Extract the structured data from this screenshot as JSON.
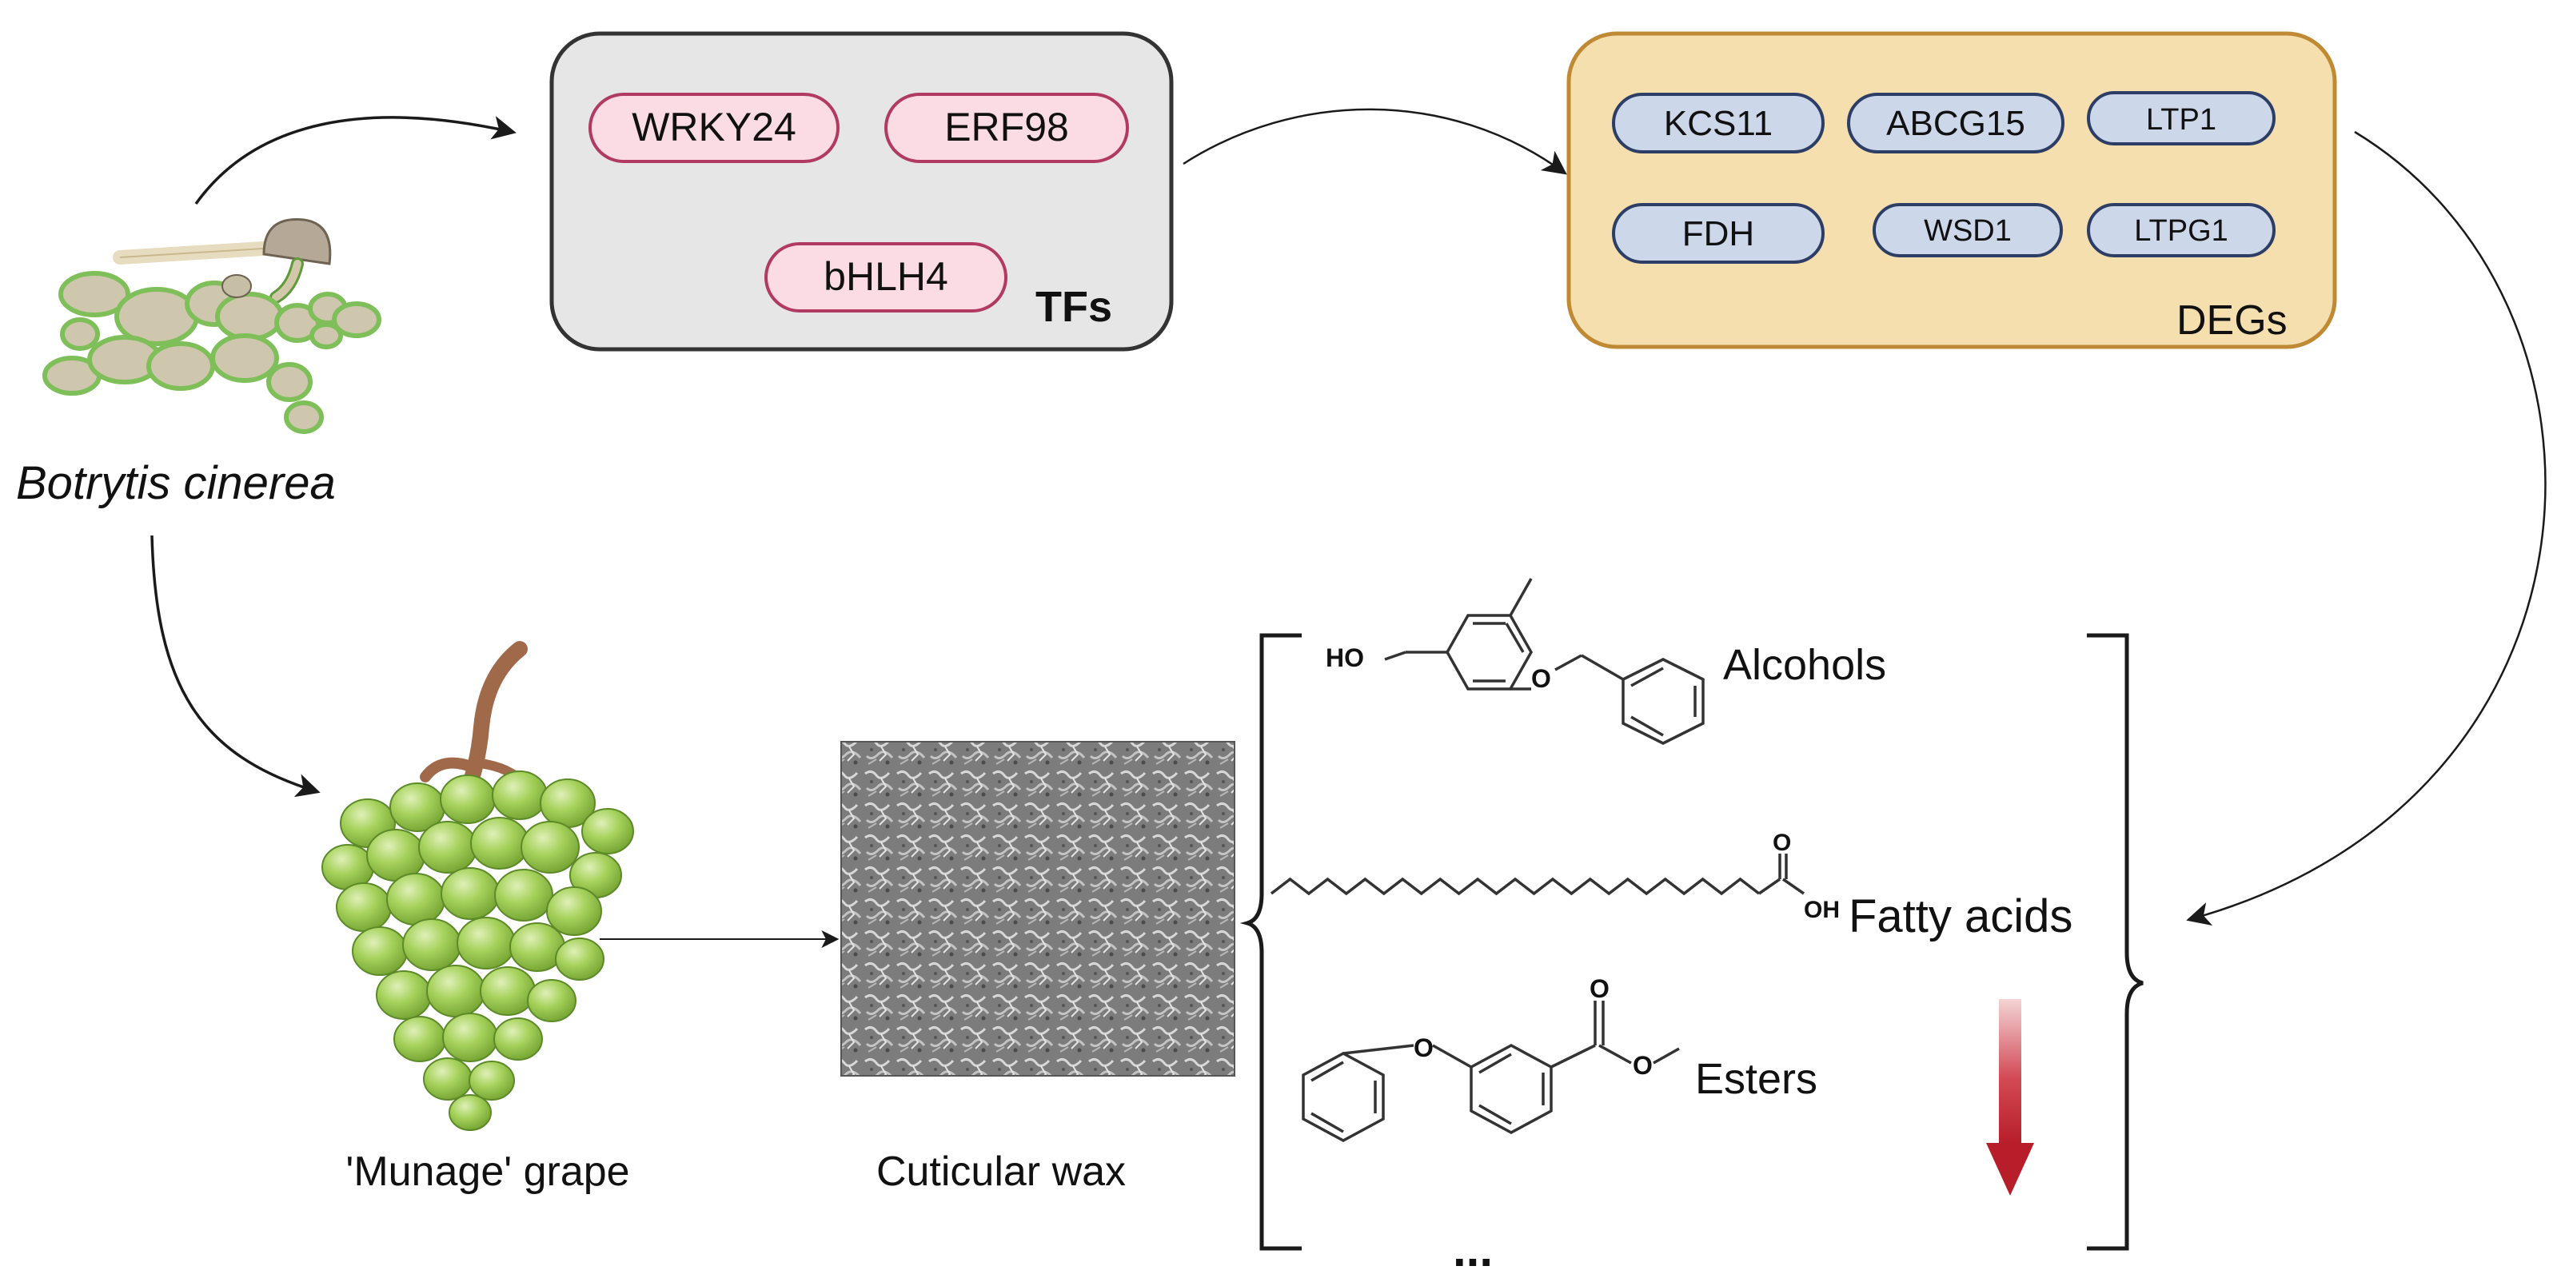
{
  "pathogen": {
    "label": "Botrytis cinerea"
  },
  "tfs": {
    "title": "TFs",
    "items": [
      "WRKY24",
      "ERF98",
      "bHLH4"
    ]
  },
  "degs": {
    "title": "DEGs",
    "items": [
      "KCS11",
      "ABCG15",
      "LTP1",
      "FDH",
      "WSD1",
      "LTPG1"
    ]
  },
  "grape": {
    "label": "'Munage' grape"
  },
  "wax": {
    "label": "Cuticular wax"
  },
  "compounds": {
    "alcohols": "Alcohols",
    "fatty_acids": "Fatty acids",
    "esters": "Esters",
    "more": "..."
  },
  "chem_labels": {
    "ho": "HO",
    "o": "O",
    "oh": "OH"
  },
  "colors": {
    "tf_box": "#e6e6e6",
    "tf_pill": "#fbdce5",
    "tf_pill_border": "#b03a62",
    "deg_box": "#f6dfae",
    "deg_box_border": "#c08a35",
    "deg_pill": "#cdd7ea",
    "deg_pill_border": "#2c3d66",
    "decrease_arrow": "#c0242d",
    "grape_green": "#9ccc4f",
    "stem": "#a06a4a"
  }
}
